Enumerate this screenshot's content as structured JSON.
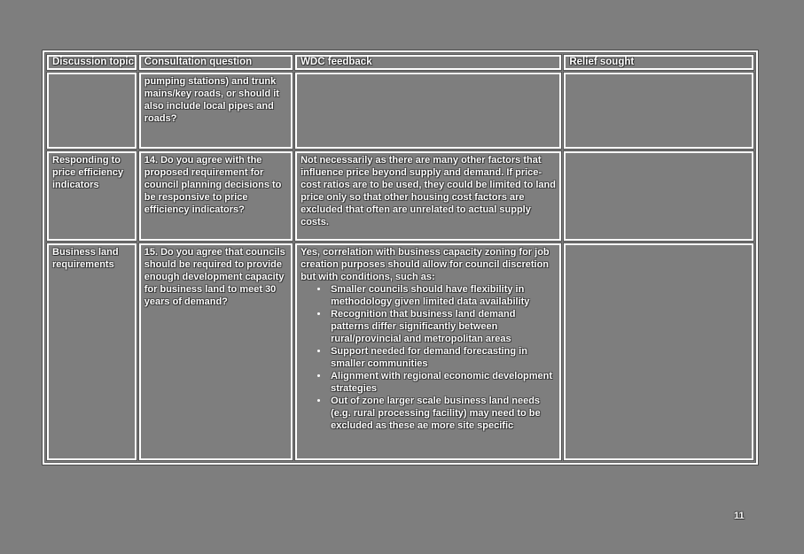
{
  "page": {
    "background_color": "#7e7e7e",
    "text_color": "#ffffff",
    "page_number": "11"
  },
  "table": {
    "headers": [
      "Discussion topic",
      "Consultation question",
      "WDC feedback",
      "Relief sought"
    ],
    "rows": [
      {
        "topic": "",
        "question": "pumping stations) and trunk mains/key roads, or should it also include local pipes and roads?",
        "feedback_intro": "",
        "relief": ""
      },
      {
        "topic": "Responding to price efficiency indicators",
        "question": "14. Do you agree with the proposed requirement for council planning decisions to be responsive to price efficiency indicators?",
        "feedback_intro": "Not necessarily as there are many other factors that influence price beyond supply and demand. If price-cost ratios are to be used, they could be limited to land price only so that other housing cost factors are excluded that often are unrelated to actual supply costs.",
        "relief": ""
      },
      {
        "topic": "Business land requirements",
        "question": "15. Do you agree that councils should be required to provide enough development capacity for business land to meet 30 years of demand?",
        "feedback_intro": "Yes, correlation with business capacity zoning for job creation purposes should allow for council discretion but with conditions, such as:",
        "feedback_bullets": [
          "Smaller councils should have flexibility in methodology given limited data availability",
          "Recognition that business land demand patterns differ significantly between rural/provincial and metropolitan areas",
          "Support needed for demand forecasting in smaller communities",
          "Alignment with regional economic development strategies",
          "Out of zone larger scale business land needs (e.g. rural processing facility) may need to be excluded as these ae more site specific"
        ],
        "relief": ""
      }
    ]
  }
}
